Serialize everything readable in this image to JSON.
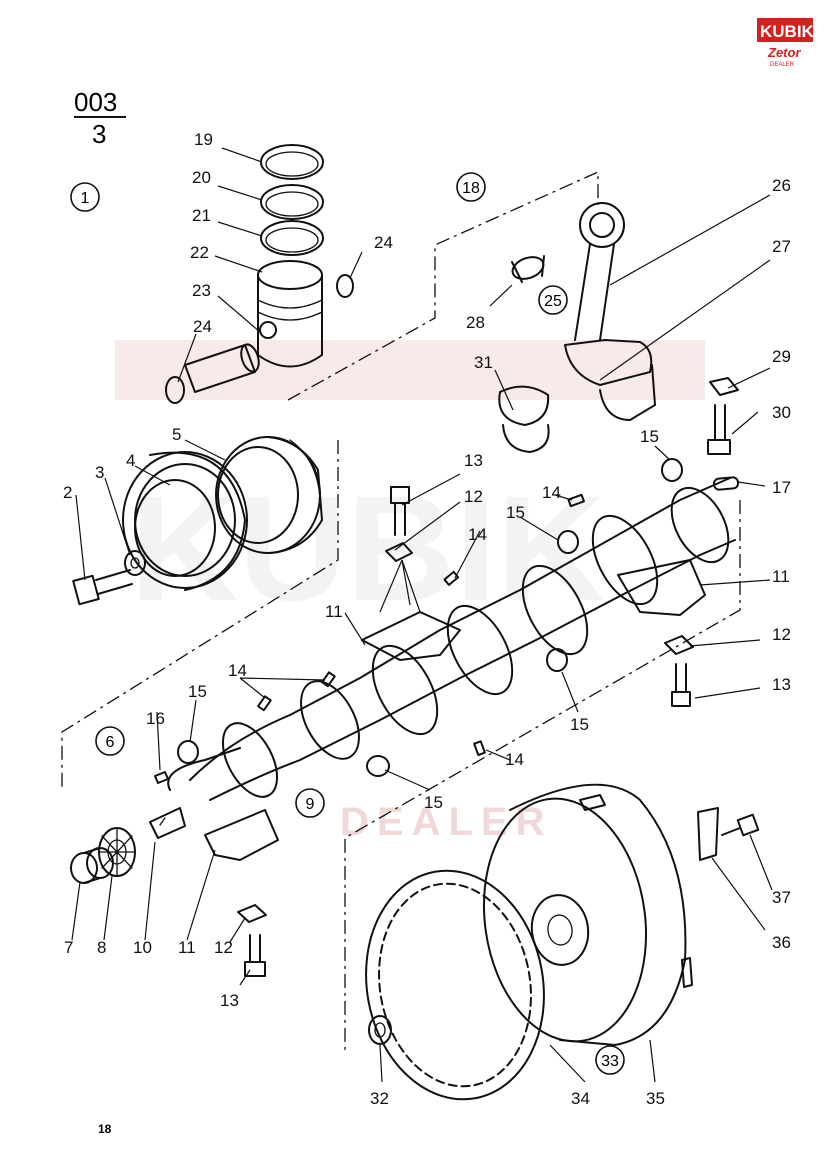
{
  "header": {
    "section_number": "003",
    "sheet_number": "3"
  },
  "logo": {
    "text": "KUBIK",
    "subtext": "Zetor",
    "dealer": "DEALER",
    "color": "#d62020"
  },
  "watermark": {
    "text": "KUBIK",
    "subtext": "DEALER"
  },
  "assembly_circles": [
    "1",
    "18",
    "25",
    "6",
    "9",
    "33"
  ],
  "callouts": [
    {
      "id": "c19",
      "label": "19"
    },
    {
      "id": "c20",
      "label": "20"
    },
    {
      "id": "c21",
      "label": "21"
    },
    {
      "id": "c22",
      "label": "22"
    },
    {
      "id": "c23",
      "label": "23"
    },
    {
      "id": "c24a",
      "label": "24"
    },
    {
      "id": "c24b",
      "label": "24"
    },
    {
      "id": "c26",
      "label": "26"
    },
    {
      "id": "c27",
      "label": "27"
    },
    {
      "id": "c28",
      "label": "28"
    },
    {
      "id": "c29",
      "label": "29"
    },
    {
      "id": "c30",
      "label": "30"
    },
    {
      "id": "c31",
      "label": "31"
    },
    {
      "id": "c5",
      "label": "5"
    },
    {
      "id": "c4",
      "label": "4"
    },
    {
      "id": "c3",
      "label": "3"
    },
    {
      "id": "c2",
      "label": "2"
    },
    {
      "id": "c13a",
      "label": "13"
    },
    {
      "id": "c12a",
      "label": "12"
    },
    {
      "id": "c14a",
      "label": "14"
    },
    {
      "id": "c14b",
      "label": "14"
    },
    {
      "id": "c15a",
      "label": "15"
    },
    {
      "id": "c15b",
      "label": "15"
    },
    {
      "id": "c17",
      "label": "17"
    },
    {
      "id": "c11a",
      "label": "11"
    },
    {
      "id": "c11b",
      "label": "11"
    },
    {
      "id": "c12b",
      "label": "12"
    },
    {
      "id": "c13b",
      "label": "13"
    },
    {
      "id": "c14c",
      "label": "14"
    },
    {
      "id": "c15c",
      "label": "15"
    },
    {
      "id": "c15d",
      "label": "15"
    },
    {
      "id": "c14d",
      "label": "14"
    },
    {
      "id": "c15e",
      "label": "15"
    },
    {
      "id": "c16",
      "label": "16"
    },
    {
      "id": "c7",
      "label": "7"
    },
    {
      "id": "c8",
      "label": "8"
    },
    {
      "id": "c10",
      "label": "10"
    },
    {
      "id": "c11c",
      "label": "11"
    },
    {
      "id": "c12c",
      "label": "12"
    },
    {
      "id": "c13c",
      "label": "13"
    },
    {
      "id": "c37",
      "label": "37"
    },
    {
      "id": "c36",
      "label": "36"
    },
    {
      "id": "c32",
      "label": "32"
    },
    {
      "id": "c34",
      "label": "34"
    },
    {
      "id": "c35",
      "label": "35"
    }
  ],
  "footer": {
    "page_number": "18"
  }
}
